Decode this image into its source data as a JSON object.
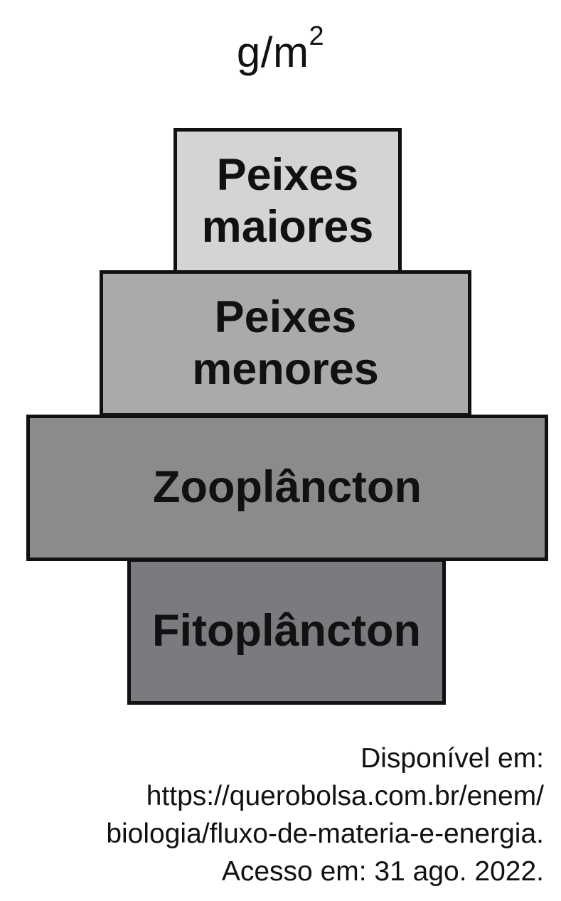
{
  "unit": {
    "base": "g/m",
    "superscript": "2"
  },
  "pyramid": {
    "levels": [
      {
        "label_line1": "Peixes",
        "label_line2": "maiores",
        "fill": "#d3d4d6"
      },
      {
        "label_line1": "Peixes",
        "label_line2": "menores",
        "fill": "#aaaaab"
      },
      {
        "label_line1": "Zooplâncton",
        "fill": "#8a8b8d"
      },
      {
        "label_line1": "Fitoplâncton",
        "fill": "#7a7b7e"
      }
    ]
  },
  "source": {
    "lines": [
      "Disponível em:",
      "https://querobolsa.com.br/enem/",
      "biologia/fluxo-de-materia-e-energia.",
      "Acesso em: 31 ago. 2022."
    ]
  }
}
